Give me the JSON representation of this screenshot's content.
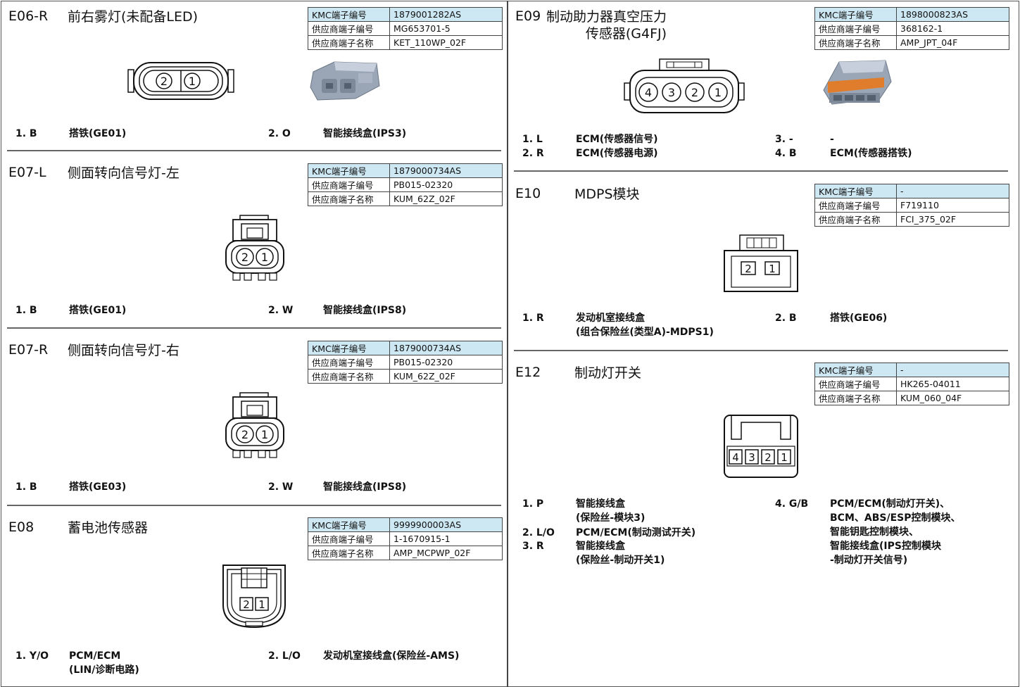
{
  "info_labels": {
    "kmc": "KMC端子编号",
    "supplier_no": "供应商端子编号",
    "supplier_name": "供应商端子名称"
  },
  "sections": {
    "e06r": {
      "id": "E06-R",
      "title": "前右雾灯(未配备LED)",
      "kmc": "1879001282AS",
      "supplier_no": "MG653701-5",
      "supplier_name": "KET_110WP_02F",
      "pin_labels": [
        "2",
        "1"
      ],
      "pins": [
        {
          "num": "1. B",
          "desc": "搭铁(GE01)"
        },
        {
          "num": "2. O",
          "desc": "智能接线盒(IPS3)"
        }
      ]
    },
    "e07l": {
      "id": "E07-L",
      "title": "侧面转向信号灯-左",
      "kmc": "1879000734AS",
      "supplier_no": "PB015-02320",
      "supplier_name": "KUM_62Z_02F",
      "pin_labels": [
        "2",
        "1"
      ],
      "pins": [
        {
          "num": "1. B",
          "desc": "搭铁(GE01)"
        },
        {
          "num": "2. W",
          "desc": "智能接线盒(IPS8)"
        }
      ]
    },
    "e07r": {
      "id": "E07-R",
      "title": "侧面转向信号灯-右",
      "kmc": "1879000734AS",
      "supplier_no": "PB015-02320",
      "supplier_name": "KUM_62Z_02F",
      "pin_labels": [
        "2",
        "1"
      ],
      "pins": [
        {
          "num": "1. B",
          "desc": "搭铁(GE03)"
        },
        {
          "num": "2. W",
          "desc": "智能接线盒(IPS8)"
        }
      ]
    },
    "e08": {
      "id": "E08",
      "title": "蓄电池传感器",
      "kmc": "9999900003AS",
      "supplier_no": "1-1670915-1",
      "supplier_name": "AMP_MCPWP_02F",
      "pin_labels": [
        "2",
        "1"
      ],
      "pins": [
        {
          "num": "1. Y/O",
          "desc": "PCM/ECM\n(LIN/诊断电路)"
        },
        {
          "num": "2. L/O",
          "desc": "发动机室接线盒(保险丝-AMS)"
        }
      ]
    },
    "e09": {
      "id": "E09",
      "title": "制动助力器真空压力\n传感器(G4FJ)",
      "kmc": "1898000823AS",
      "supplier_no": "368162-1",
      "supplier_name": "AMP_JPT_04F",
      "pin_labels": [
        "4",
        "3",
        "2",
        "1"
      ],
      "pins": [
        {
          "num": "1. L",
          "desc": "ECM(传感器信号)"
        },
        {
          "num": "2. R",
          "desc": "ECM(传感器电源)"
        },
        {
          "num": "3. -",
          "desc": "-"
        },
        {
          "num": "4. B",
          "desc": "ECM(传感器搭铁)"
        }
      ]
    },
    "e10": {
      "id": "E10",
      "title": "MDPS模块",
      "kmc": "-",
      "supplier_no": "F719110",
      "supplier_name": "FCI_375_02F",
      "pin_labels": [
        "2",
        "1"
      ],
      "pins": [
        {
          "num": "1. R",
          "desc": "发动机室接线盒\n(组合保险丝(类型A)-MDPS1)"
        },
        {
          "num": "2. B",
          "desc": "搭铁(GE06)"
        }
      ]
    },
    "e12": {
      "id": "E12",
      "title": "制动灯开关",
      "kmc": "-",
      "supplier_no": "HK265-04011",
      "supplier_name": "KUM_060_04F",
      "pin_labels": [
        "4",
        "3",
        "2",
        "1"
      ],
      "pins": [
        {
          "num": "1. P",
          "desc": "智能接线盒\n(保险丝-模块3)"
        },
        {
          "num": "2. L/O",
          "desc": "PCM/ECM(制动测试开关)"
        },
        {
          "num": "3. R",
          "desc": "智能接线盒\n(保险丝-制动开关1)"
        },
        {
          "num": "4. G/B",
          "desc": "PCM/ECM(制动灯开关)、\nBCM、ABS/ESP控制模块、\n智能钥匙控制模块、\n智能接线盒(IPS控制模块\n-制动灯开关信号)"
        }
      ]
    }
  }
}
